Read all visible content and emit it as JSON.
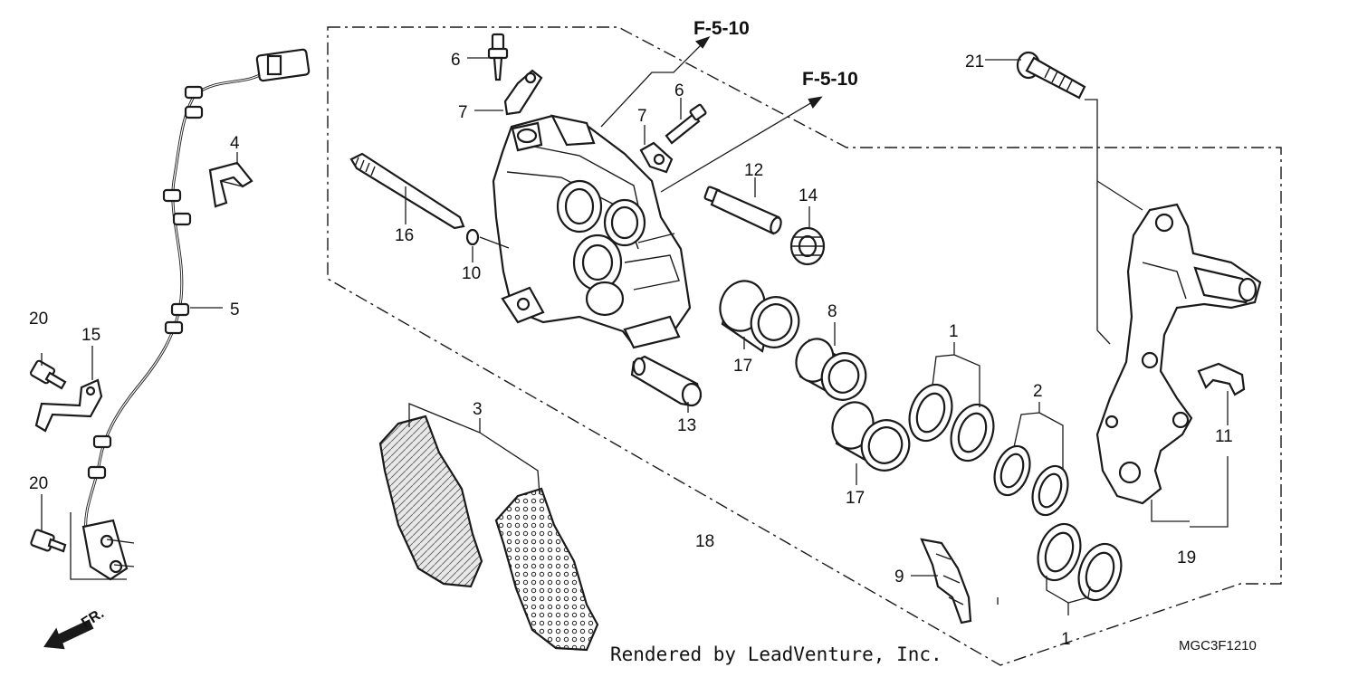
{
  "diagram": {
    "callouts": {
      "c1a": "1",
      "c1b": "1",
      "c2": "2",
      "c3": "3",
      "c4": "4",
      "c5": "5",
      "c6a": "6",
      "c6b": "6",
      "c7a": "7",
      "c7b": "7",
      "c8": "8",
      "c9": "9",
      "c10": "10",
      "c11": "11",
      "c12": "12",
      "c13": "13",
      "c14": "14",
      "c15": "15",
      "c16": "16",
      "c17a": "17",
      "c17b": "17",
      "c18": "18",
      "c19": "19",
      "c20a": "20",
      "c20b": "20",
      "c21": "21"
    },
    "refs": {
      "ref_a": "F-5-10",
      "ref_b": "F-5-10"
    },
    "front_marker": "FR.",
    "credit": "Rendered by LeadVenture, Inc.",
    "diagram_code": "MGC3F1210"
  }
}
